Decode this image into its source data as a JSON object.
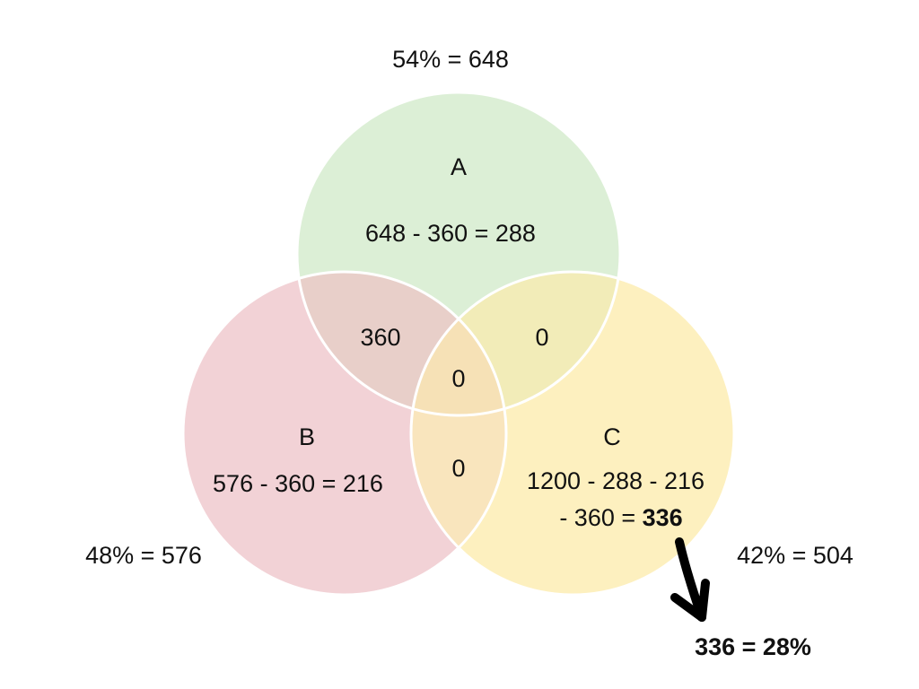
{
  "colors": {
    "set_a": "#dcefd6",
    "set_b": "#f2d2d6",
    "set_c": "#fdf0bf",
    "ab": "#e8cfc9",
    "ac": "#f2ecb8",
    "bc": "#f9e5bd",
    "abc": "#f6e1b6",
    "outline": "#ffffff",
    "text": "#111111",
    "arrow": "#000000"
  },
  "sets": {
    "a": {
      "name": "A",
      "total_label": "54% = 648",
      "only_label": "648 - 360 = 288"
    },
    "b": {
      "name": "B",
      "total_label": "48% = 576",
      "only_label": "576 - 360 = 216"
    },
    "c": {
      "name": "C",
      "total_label": "42% = 504",
      "only_label_line1": "1200 - 288 - 216",
      "only_label_line2_prefix": "- 360 = ",
      "only_label_line2_result": "336"
    }
  },
  "overlaps": {
    "ab": "360",
    "ac": "0",
    "bc": "0",
    "abc": "0"
  },
  "annotation": {
    "arrow_icon": "arrow-down-icon",
    "result_label": "336 = 28%"
  }
}
